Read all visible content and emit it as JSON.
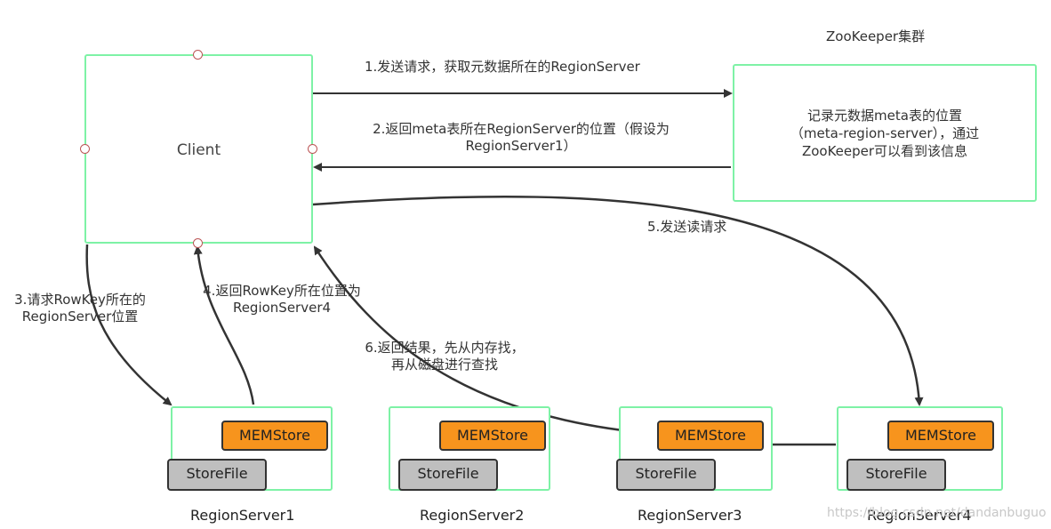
{
  "client": {
    "label": "Client"
  },
  "zookeeper": {
    "title": "ZooKeeper集群",
    "desc_lines": [
      "记录元数据meta表的位置",
      "（meta-region-server），通过",
      "ZooKeeper可以看到该信息"
    ]
  },
  "steps": {
    "s1": "1.发送请求，获取元数据所在的RegionServer",
    "s2_l1": "2.返回meta表所在RegionServer的位置（假设为",
    "s2_l2": "RegionServer1）",
    "s3_l1": "3.请求RowKey所在的",
    "s3_l2": "RegionServer位置",
    "s4_l1": "4.返回RowKey所在位置为",
    "s4_l2": "RegionServer4",
    "s5": "5.发送读请求",
    "s6_l1": "6.返回结果，先从内存找，",
    "s6_l2": "再从磁盘进行查找"
  },
  "region_servers": [
    {
      "name": "RegionServer1",
      "mem": "MEMStore",
      "store": "StoreFile"
    },
    {
      "name": "RegionServer2",
      "mem": "MEMStore",
      "store": "StoreFile"
    },
    {
      "name": "RegionServer3",
      "mem": "MEMStore",
      "store": "StoreFile"
    },
    {
      "name": "RegionServer4",
      "mem": "MEMStore",
      "store": "StoreFile"
    }
  ],
  "watermark": "https://blog.csdn.net/dandanbuguo",
  "colors": {
    "border": "#7ef2a6",
    "memstore": "#f7941d",
    "storefile": "#bfbfbf",
    "arrow": "#333333"
  }
}
